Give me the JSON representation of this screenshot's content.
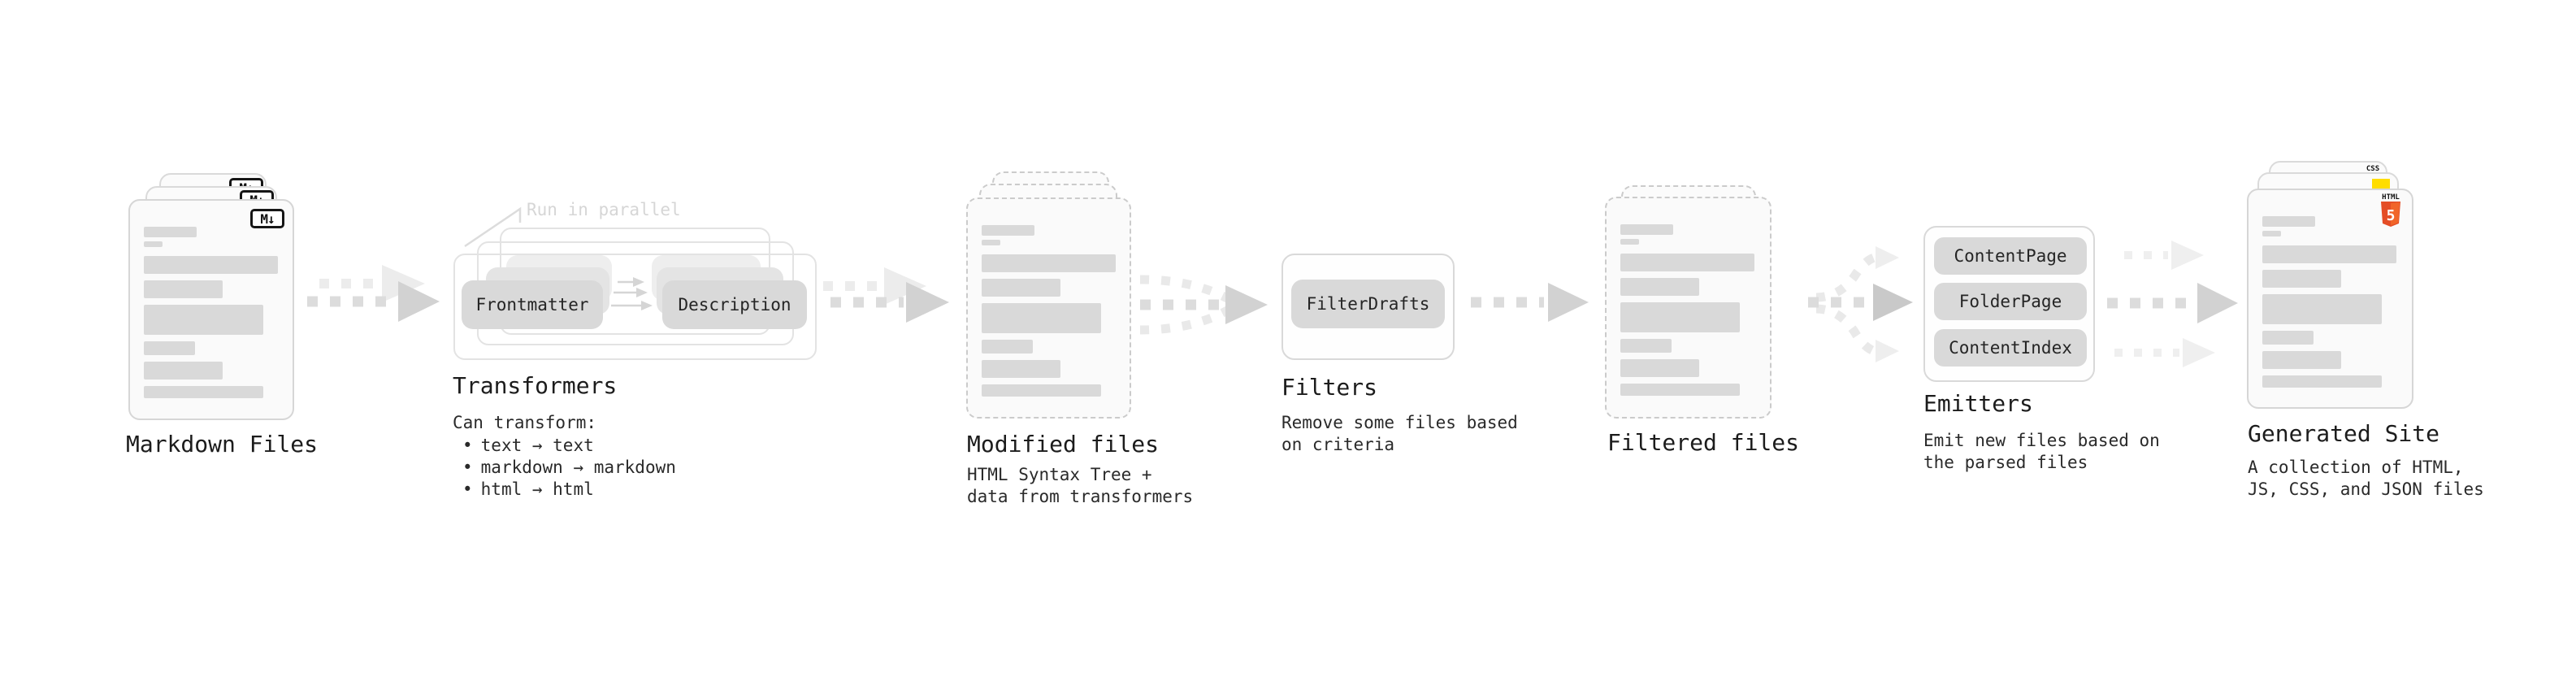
{
  "colors": {
    "html5_orange_dark": "#e44d26",
    "html5_orange_light": "#f16529",
    "css_blue": "#2d63e8",
    "js_yellow": "#ffdd00",
    "arrow_dark": "#dcdcdc",
    "arrow_light": "#ececec"
  },
  "stages": {
    "markdown": {
      "title": "Markdown Files",
      "badge": "M↓"
    },
    "transformers": {
      "title": "Transformers",
      "annotation": "Run in parallel",
      "pill_left": "Frontmatter",
      "pill_right": "Description",
      "desc_heading": "Can transform:",
      "bullet_glyph": "•",
      "bullets": [
        "text → text",
        "markdown → markdown",
        "html → html"
      ]
    },
    "modified": {
      "title": "Modified files",
      "subtitle_lines": [
        "HTML Syntax Tree +",
        "data from transformers"
      ]
    },
    "filters": {
      "title": "Filters",
      "pill": "FilterDrafts",
      "subtitle_lines": [
        "Remove some files based",
        "on criteria"
      ]
    },
    "filtered": {
      "title": "Filtered files"
    },
    "emitters": {
      "title": "Emitters",
      "pills": [
        "ContentPage",
        "FolderPage",
        "ContentIndex"
      ],
      "subtitle_lines": [
        "Emit new files based on",
        "the parsed files"
      ]
    },
    "generated": {
      "title": "Generated Site",
      "subtitle_lines": [
        "A collection of HTML,",
        "JS, CSS, and JSON files"
      ],
      "badge_css": "CSS",
      "badge_html_word": "HTML",
      "badge_html_number": "5"
    }
  }
}
